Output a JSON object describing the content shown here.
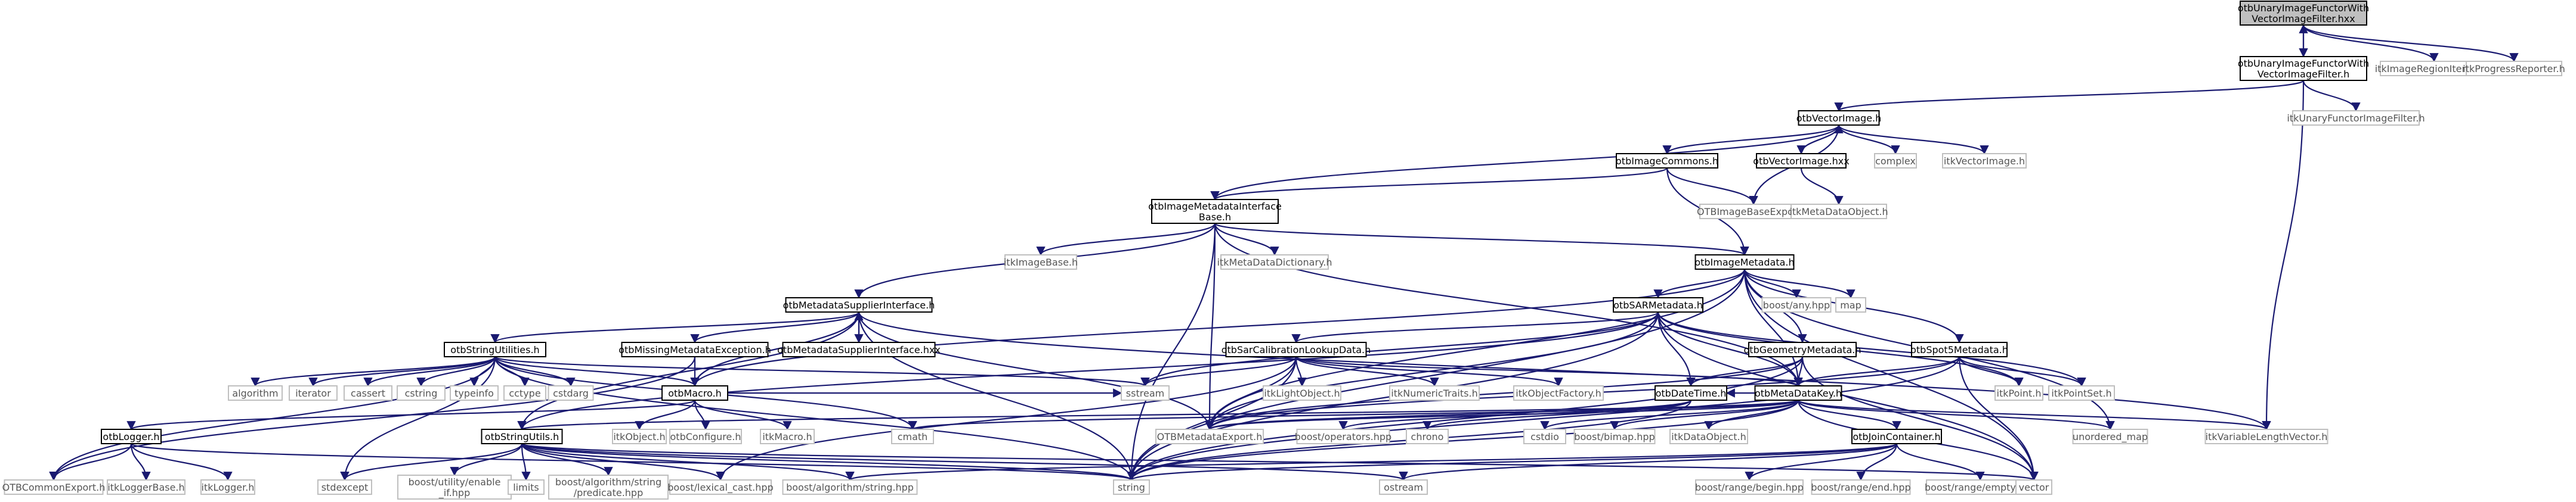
{
  "title": "otbUnaryImageFunctorWithVectorImageFilter.hxx include dependency graph",
  "nodes": {
    "root": [
      "otbUnaryImageFunctorWith",
      "VectorImageFilter.hxx"
    ],
    "filterH": [
      "otbUnaryImageFunctorWith",
      "VectorImageFilter.h"
    ],
    "itkImageRegionIterator": "itkImageRegionIterator.h",
    "itkProgressReporter": "itkProgressReporter.h",
    "otbVectorImage": "otbVectorImage.h",
    "itkUnaryFunctorImageFilter": "itkUnaryFunctorImageFilter.h",
    "otbImageCommons": "otbImageCommons.h",
    "otbVectorImageHxx": "otbVectorImage.hxx",
    "complex": "complex",
    "itkVectorImage": "itkVectorImage.h",
    "otbImageMetadataInterfaceBase": [
      "otbImageMetadataInterface",
      "Base.h"
    ],
    "OTBImageBaseExport": "OTBImageBaseExport.h",
    "itkMetaDataObject": "itkMetaDataObject.h",
    "itkImageBase": "itkImageBase.h",
    "itkMetaDataDictionary": "itkMetaDataDictionary.h",
    "otbImageMetadata": "otbImageMetadata.h",
    "otbMetadataSupplierInterface": "otbMetadataSupplierInterface.h",
    "boostAny": "boost/any.hpp",
    "map": "map",
    "otbSARMetadata": "otbSARMetadata.h",
    "otbStringUtilities": "otbStringUtilities.h",
    "otbMissingMetadataException": "otbMissingMetadataException.h",
    "otbMetadataSupplierInterfaceHxx": "otbMetadataSupplierInterface.hxx",
    "otbSarCalibrationLookupData": "otbSarCalibrationLookupData.h",
    "otbGeometryMetadata": "otbGeometryMetadata.h",
    "otbSpot5Metadata": "otbSpot5Metadata.h",
    "algorithm": "algorithm",
    "iterator": "iterator",
    "cassert": "cassert",
    "cstring": "cstring",
    "typeinfo": "typeinfo",
    "cctype": "cctype",
    "cstdarg": "cstdarg",
    "otbMacro": "otbMacro.h",
    "sstream": "sstream",
    "itkLightObject": "itkLightObject.h",
    "itkNumericTraits": "itkNumericTraits.h",
    "itkObjectFactory": "itkObjectFactory.h",
    "otbDateTime": "otbDateTime.h",
    "otbMetaDataKey": "otbMetaDataKey.h",
    "itkPoint": "itkPoint.h",
    "itkPointSet": "itkPointSet.h",
    "otbLogger": "otbLogger.h",
    "itkObject": "itkObject.h",
    "otbConfigure": "otbConfigure.h",
    "itkMacro": "itkMacro.h",
    "cmath": "cmath",
    "otbStringUtils": "otbStringUtils.h",
    "OTBMetadataExport": "OTBMetadataExport.h",
    "boostOperators": "boost/operators.hpp",
    "chrono": "chrono",
    "cstdio": "cstdio",
    "boostBimap": "boost/bimap.hpp",
    "itkDataObject": "itkDataObject.h",
    "otbJoinContainer": "otbJoinContainer.h",
    "unorderedMap": "unordered_map",
    "itkVariableLengthVector": "itkVariableLengthVector.h",
    "OTBCommonExport": "OTBCommonExport.h",
    "itkLoggerBase": "itkLoggerBase.h",
    "itkLogger": "itkLogger.h",
    "stdexcept": "stdexcept",
    "boostUtilityEnableIf": [
      "boost/utility/enable",
      "_if.hpp"
    ],
    "limits": "limits",
    "boostAlgorithmStringPredicate": [
      "boost/algorithm/string",
      "/predicate.hpp"
    ],
    "boostLexicalCast": "boost/lexical_cast.hpp",
    "boostAlgorithmString": "boost/algorithm/string.hpp",
    "string": "string",
    "ostream": "ostream",
    "boostRangeBegin": "boost/range/begin.hpp",
    "boostRangeEnd": "boost/range/end.hpp",
    "boostRangeEmpty": "boost/range/empty.hpp",
    "vector": "vector"
  }
}
